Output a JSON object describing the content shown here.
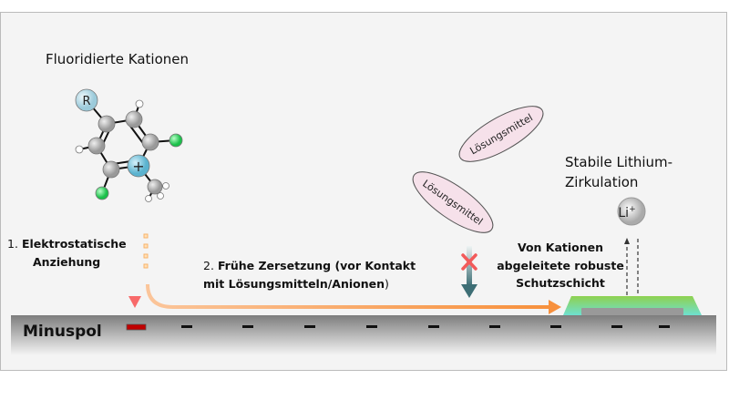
{
  "title": "Fluoridierte Kationen",
  "molecule": {
    "r_label": "R",
    "charge_label": "+"
  },
  "step1": {
    "number": "1.",
    "line1": "Elektrostatische",
    "line2": "Anziehung"
  },
  "step2": {
    "line1_num": "2.",
    "line1": "Frühe Zersetzung (vor Kontakt",
    "line2_bold": "mit Lösungsmitteln/Anionen",
    "line2_end": ")"
  },
  "solvents": [
    "Lösungsmittel",
    "Lösungsmittel"
  ],
  "layer_label": {
    "line1": "Von Kationen",
    "line2": "abgeleitete robuste",
    "line3": "Schutzschicht"
  },
  "lithium": {
    "line1": "Stabile Lithium-",
    "line2": "Zirkulation",
    "ion": "Li",
    "ion_charge": "+"
  },
  "electrode": {
    "label": "Minuspol",
    "charge_symbol": "−"
  },
  "colors": {
    "accent_red": "#c00000",
    "arrow_orange": "#f7a35c",
    "layer_green": "#8fd14f",
    "layer_cyan": "#6ee0d0",
    "solvent_pink": "#f6e1ea"
  }
}
